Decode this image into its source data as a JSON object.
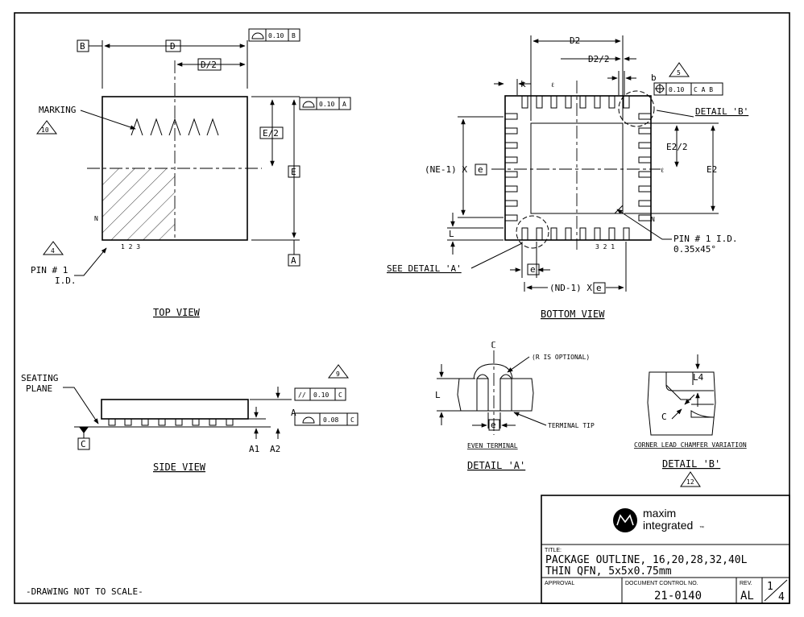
{
  "top_view": {
    "title": "TOP VIEW",
    "marking": "MARKING",
    "note_marking": "10",
    "note_pin": "4",
    "pin_label_1": "PIN # 1",
    "pin_label_2": "I.D.",
    "dim_d": "D",
    "dim_d_half": "D/2",
    "dim_e": "E",
    "dim_e_half": "E/2",
    "datum_a": "A",
    "datum_b": "B",
    "tol_b": "0.10",
    "tol_b_ref": "B",
    "tol_a": "0.10",
    "tol_a_ref": "A",
    "pin_n": "N",
    "pins": "1  2  3"
  },
  "bottom_view": {
    "title": "BOTTOM VIEW",
    "dim_d2": "D2",
    "dim_d2_half": "D2/2",
    "dim_e2": "E2",
    "dim_e2_half": "E2/2",
    "dim_k": "k",
    "dim_b": "b",
    "dim_l": "L",
    "dim_e": "e",
    "ne_label": "(NE-1) X",
    "nd_label": "(ND-1) X",
    "note_5": "5",
    "tol_pos": "0.10",
    "tol_pos_refs": "C A B",
    "detail_b": "DETAIL 'B'",
    "see_detail_a": "SEE DETAIL 'A'",
    "pin_id_1": "PIN # 1 I.D.",
    "pin_id_2": "0.35x45°",
    "pin_n": "N",
    "pins": "3  2  1"
  },
  "side_view": {
    "title": "SIDE VIEW",
    "seating_1": "SEATING",
    "seating_2": "PLANE",
    "datum_c": "C",
    "note_9": "9",
    "tol_par": "0.10",
    "tol_par_ref": "C",
    "tol_flat": "0.08",
    "tol_flat_ref": "C",
    "dim_a": "A",
    "dim_a1": "A1",
    "dim_a2": "A2"
  },
  "detail_a": {
    "title": "DETAIL 'A'",
    "sub": "EVEN TERMINAL",
    "r_note": "(R IS OPTIONAL)",
    "terminal_tip": "TERMINAL TIP",
    "dim_l": "L",
    "dim_e": "e"
  },
  "detail_b": {
    "title": "DETAIL 'B'",
    "sub": "CORNER LEAD CHAMFER VARIATION",
    "dim_l4": "L4",
    "dim_c": "C",
    "note_12": "12"
  },
  "footer_note": "-DRAWING NOT TO SCALE-",
  "title_block": {
    "brand_1": "maxim",
    "brand_2": "integrated",
    "brand_tm": "™",
    "title_label": "TITLE:",
    "title_1": "PACKAGE OUTLINE, 16,20,28,32,40L",
    "title_2": "THIN QFN, 5x5x0.75mm",
    "approval_label": "APPROVAL",
    "doc_label": "DOCUMENT CONTROL NO.",
    "doc_no": "21-0140",
    "rev_label": "REV.",
    "rev": "AL",
    "sheet": "1",
    "sheet_total": "4"
  }
}
